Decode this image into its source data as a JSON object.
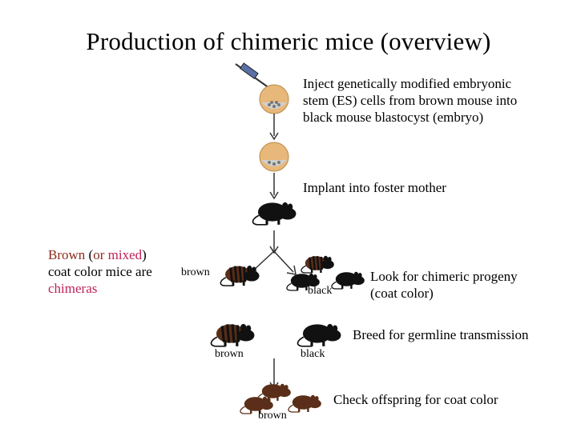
{
  "title": "Production of chimeric mice (overview)",
  "steps": {
    "inject": [
      "Inject genetically modified embryonic",
      "stem (ES) cells from brown mouse into",
      "black mouse blastocyst (embryo)"
    ],
    "implant": "Implant into foster mother",
    "look": [
      "Look for chimeric progeny",
      "(coat color)"
    ],
    "breed": "Breed for germline transmission",
    "check": "Check offspring for coat color"
  },
  "labels": {
    "brown_top": "brown",
    "black_mid": "black",
    "brown_breed": "brown",
    "black_breed": "black",
    "brown_bottom": "brown"
  },
  "note": {
    "brown": "Brown",
    "open": " (",
    "or": "or",
    "space": " ",
    "mixed": "mixed",
    "close": ")",
    "line2": "coat color mice are",
    "chimeras": "chimeras"
  },
  "colors": {
    "brown_mouse": "#5a2e18",
    "black_mouse": "#111111",
    "brown_text": "#8b2a1a",
    "mixed_text": "#c0205a",
    "blastocyst": "#e8b87a"
  }
}
